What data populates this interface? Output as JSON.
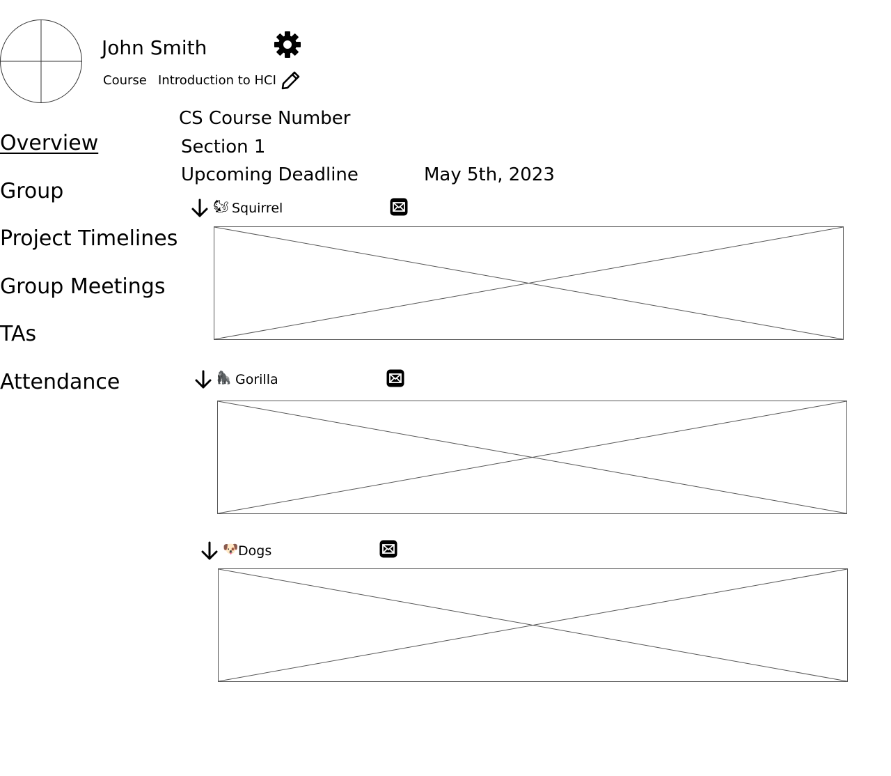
{
  "profile": {
    "name": "John Smith",
    "course_label": "Course",
    "course_name": "Introduction to HCI"
  },
  "sidebar": {
    "items": [
      {
        "label": "Overview",
        "active": true
      },
      {
        "label": "Group"
      },
      {
        "label": "Project Timelines"
      },
      {
        "label": "Group Meetings"
      },
      {
        "label": "TAs"
      },
      {
        "label": "Attendance"
      }
    ]
  },
  "course_info": {
    "course_number": "CS Course Number",
    "section": "Section 1",
    "deadline_label": "Upcoming Deadline",
    "deadline_date": "May 5th, 2023"
  },
  "groups": [
    {
      "emoji": "🐿",
      "name": "Squirrel",
      "expand_icon": "arrow-down-icon",
      "mail_icon": "mail-icon"
    },
    {
      "emoji": "🦍",
      "name": "Gorilla",
      "expand_icon": "arrow-down-icon",
      "mail_icon": "mail-icon"
    },
    {
      "emoji": "🐶",
      "name": "Dogs",
      "expand_icon": "arrow-down-icon",
      "mail_icon": "mail-icon"
    }
  ],
  "icons": {
    "settings": "gear-icon",
    "edit": "pencil-icon"
  }
}
